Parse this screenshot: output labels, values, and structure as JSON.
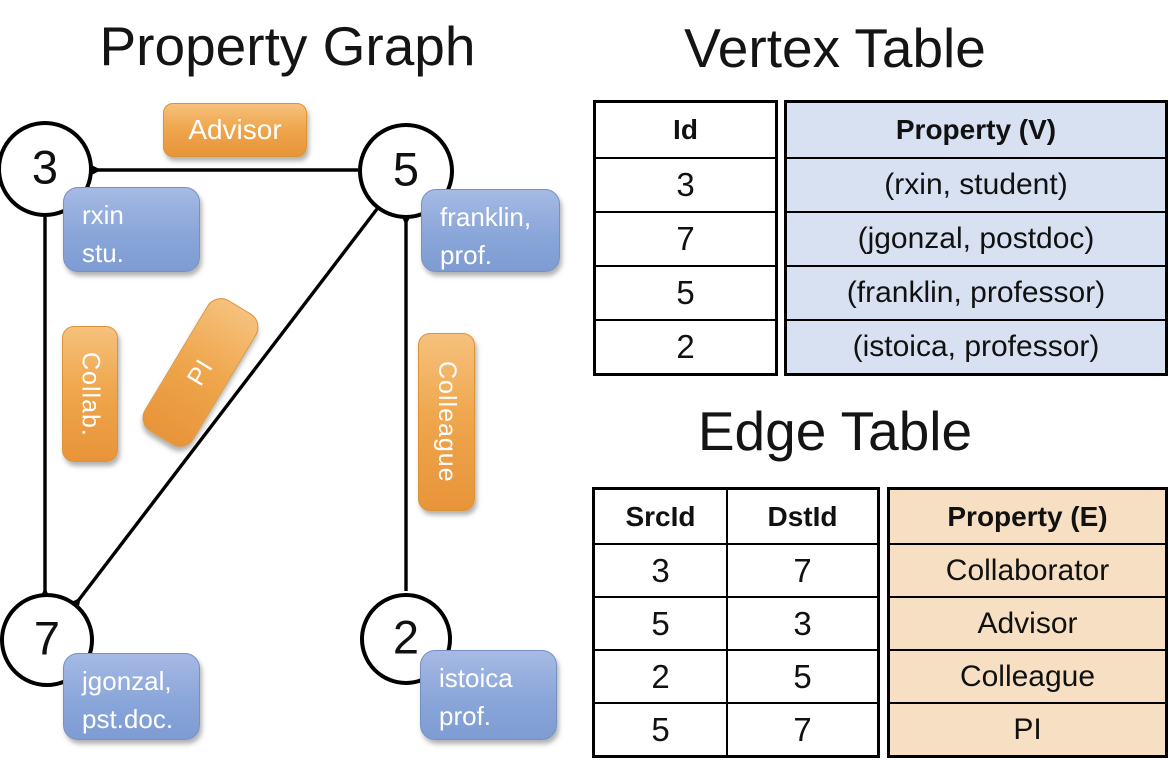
{
  "colors": {
    "edge_label_orange": "#EFA64C",
    "vertex_label_blue": "#8AA6D9",
    "vertex_table_fill": "#D8E1F2",
    "edge_table_fill": "#F6DFC2",
    "line_black": "#000000"
  },
  "graph": {
    "title": "Property Graph",
    "nodes": [
      {
        "id": "3",
        "property_lines": [
          "rxin",
          "stu."
        ]
      },
      {
        "id": "5",
        "property_lines": [
          "franklin,",
          "prof."
        ]
      },
      {
        "id": "7",
        "property_lines": [
          "jgonzal,",
          "pst.doc."
        ]
      },
      {
        "id": "2",
        "property_lines": [
          "istoica",
          "prof."
        ]
      }
    ],
    "edges": [
      {
        "from": "5",
        "to": "3",
        "label": "Advisor"
      },
      {
        "from": "3",
        "to": "7",
        "label": "Collab."
      },
      {
        "from": "5",
        "to": "7",
        "label": "PI"
      },
      {
        "from": "2",
        "to": "5",
        "label": "Colleague"
      }
    ]
  },
  "vertex_table": {
    "title": "Vertex Table",
    "columns": [
      "Id",
      "Property (V)"
    ],
    "rows": [
      {
        "id": "3",
        "property": "(rxin, student)"
      },
      {
        "id": "7",
        "property": "(jgonzal, postdoc)"
      },
      {
        "id": "5",
        "property": "(franklin, professor)"
      },
      {
        "id": "2",
        "property": "(istoica, professor)"
      }
    ]
  },
  "edge_table": {
    "title": "Edge Table",
    "columns": [
      "SrcId",
      "DstId",
      "Property (E)"
    ],
    "rows": [
      {
        "src": "3",
        "dst": "7",
        "property": "Collaborator"
      },
      {
        "src": "5",
        "dst": "3",
        "property": "Advisor"
      },
      {
        "src": "2",
        "dst": "5",
        "property": "Colleague"
      },
      {
        "src": "5",
        "dst": "7",
        "property": "PI"
      }
    ]
  }
}
